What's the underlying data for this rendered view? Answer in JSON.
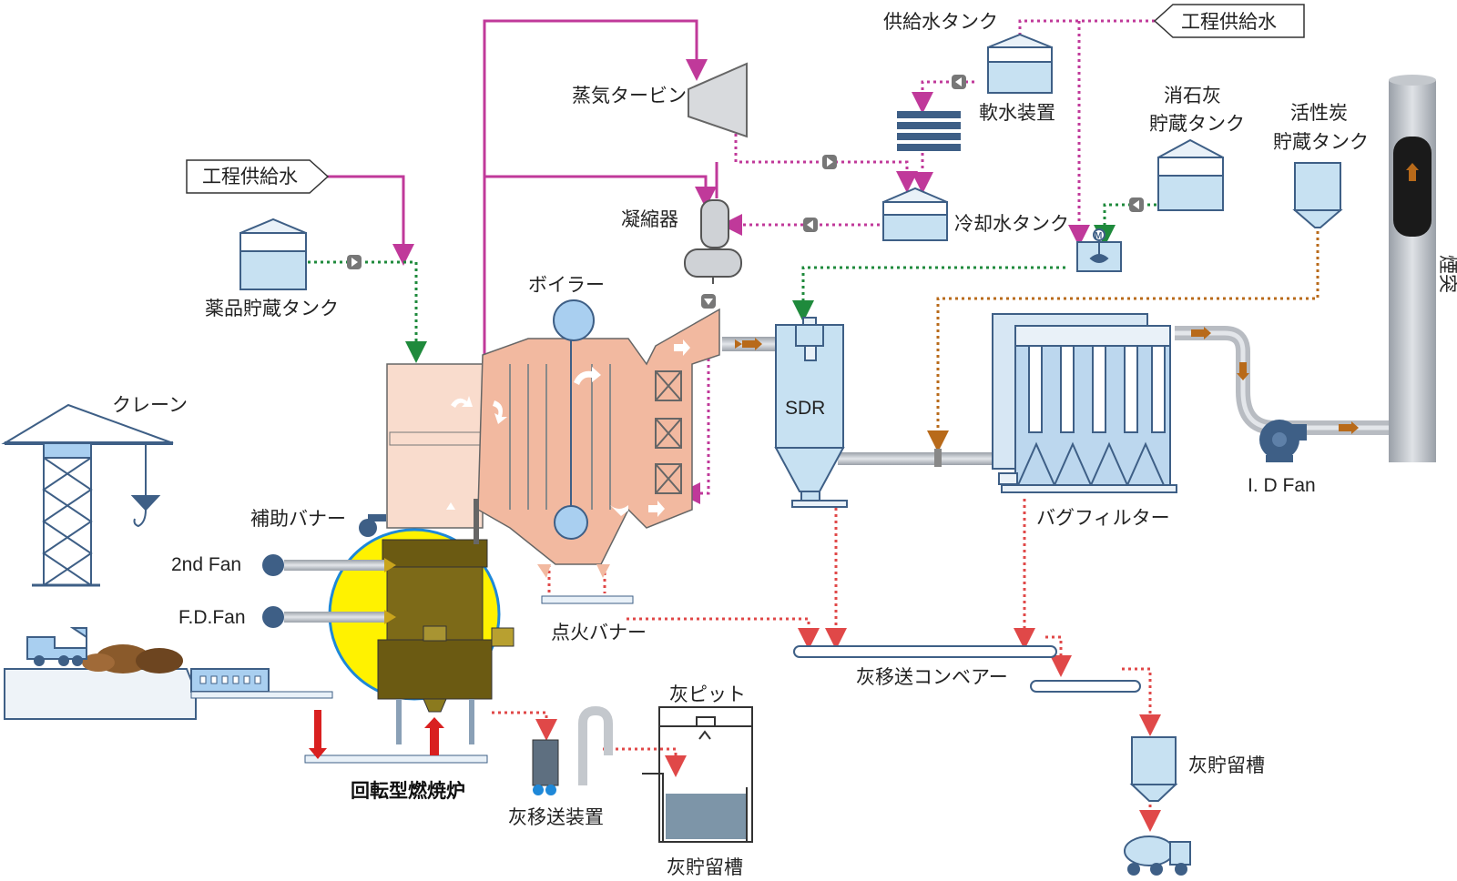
{
  "labels": {
    "process_water_top": "工程供給水",
    "feed_water_tank": "供給水タンク",
    "steam_turbine": "蒸気タービン",
    "water_softener": "軟水装置",
    "slaked_lime_tank": "消石灰\n貯蔵タンク",
    "activated_carbon_tank": "活性炭\n貯蔵タンク",
    "process_water_left": "工程供給水",
    "condenser": "凝縮器",
    "cooling_water_tank": "冷却水タンク",
    "chemical_tank": "薬品貯蔵タンク",
    "boiler": "ボイラー",
    "sdr": "SDR",
    "crane": "クレーン",
    "chimney": "煙突",
    "aux_burner": "補助バナー",
    "fan_2nd": "2nd Fan",
    "fd_fan": "F.D.Fan",
    "ignition_burner": "点火バナー",
    "bag_filter": "バグフィルター",
    "id_fan": "I. D Fan",
    "ash_conveyor": "灰移送コンベアー",
    "ash_pit": "灰ピット",
    "ash_silo_right": "灰貯留槽",
    "ash_silo_bottom": "灰貯留槽",
    "ash_transfer": "灰移送装置",
    "rotary_furnace": "回転型燃焼炉",
    "motor_mark": "M"
  },
  "colors": {
    "steam_line": "#c0399a",
    "water_line": "#c0399a",
    "chem_line": "#1f8a3c",
    "carbon_line": "#b86a1a",
    "ash_line": "#e04848",
    "boiler_fill": "#f2b9a0",
    "tank_fill": "#c7e1f2",
    "structure": "#3e5f86",
    "highlight": "#fff200",
    "highlight_ring": "#1e88d8",
    "furnace": "#6b5a12",
    "pipe_gray": "#b8bcc2"
  }
}
